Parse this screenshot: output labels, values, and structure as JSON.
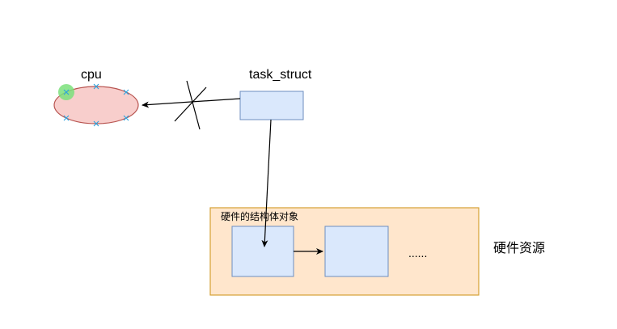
{
  "diagram": {
    "cpu_label": "cpu",
    "task_struct_label": "task_struct",
    "container_label": "硬件的结构体对象",
    "ellipsis": "......",
    "hardware_label": "硬件资源"
  },
  "colors": {
    "cpu_fill": "#f8cecc",
    "cpu_stroke": "#b85450",
    "box_fill": "#dae8fc",
    "box_stroke": "#6c8ebf",
    "container_fill": "#ffe6cc",
    "container_stroke": "#d6a033",
    "handle_x": "#29a3e0",
    "handle_dot": "#7be07b",
    "edge": "#000000"
  },
  "icons": {
    "selection_handle": "x-mark-icon",
    "selected_handle": "green-dot-icon",
    "cut_mark": "cross-cut-icon"
  }
}
